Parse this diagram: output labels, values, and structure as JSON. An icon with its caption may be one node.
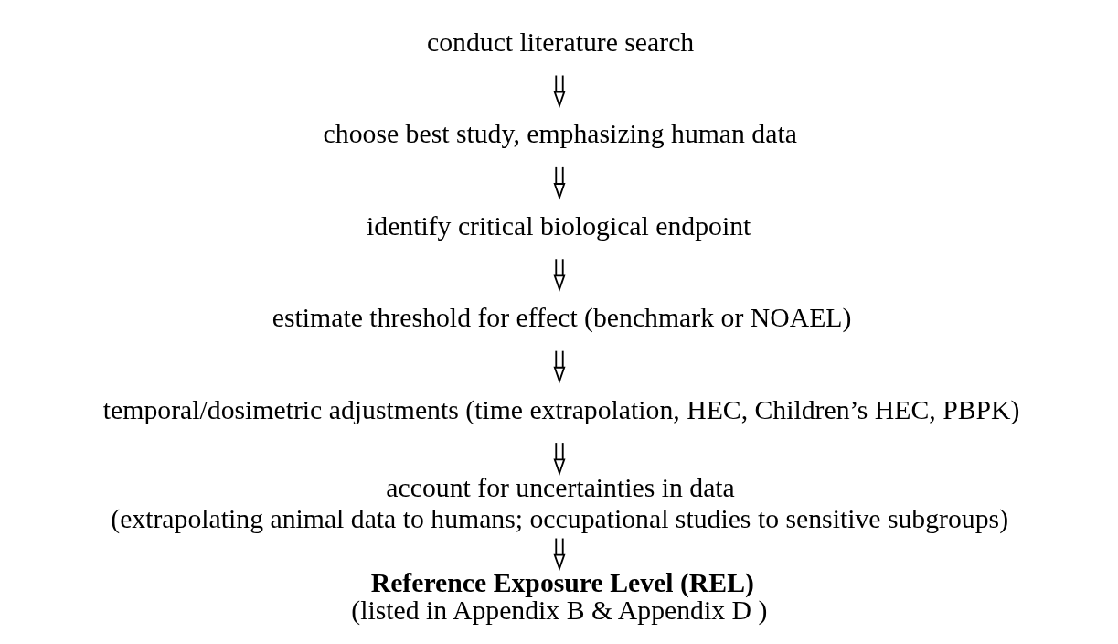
{
  "diagram": {
    "nodes": [
      {
        "text": [
          "conduct literature search"
        ]
      },
      {
        "text": [
          "choose best study, emphasizing human data"
        ]
      },
      {
        "text": [
          "identify critical biological endpoint"
        ]
      },
      {
        "text": [
          "estimate threshold for effect (benchmark or NOAEL)"
        ]
      },
      {
        "text": [
          "temporal/dosimetric adjustments (time extrapolation, HEC, Children’s HEC, PBPK)"
        ]
      },
      {
        "text": [
          "account for uncertainties in data",
          "(extrapolating animal data to humans; occupational studies to sensitive subgroups)"
        ]
      },
      {
        "text": [
          "Reference Exposure Level (REL)",
          "(listed in Appendix B & Appendix D )"
        ]
      }
    ],
    "edges": [
      {
        "from": 0,
        "to": 1,
        "arrow": "to"
      },
      {
        "from": 1,
        "to": 2,
        "arrow": "to"
      },
      {
        "from": 2,
        "to": 3,
        "arrow": "to"
      },
      {
        "from": 3,
        "to": 4,
        "arrow": "to"
      },
      {
        "from": 4,
        "to": 5,
        "arrow": "to"
      },
      {
        "from": 5,
        "to": 6,
        "arrow": "to"
      }
    ]
  }
}
